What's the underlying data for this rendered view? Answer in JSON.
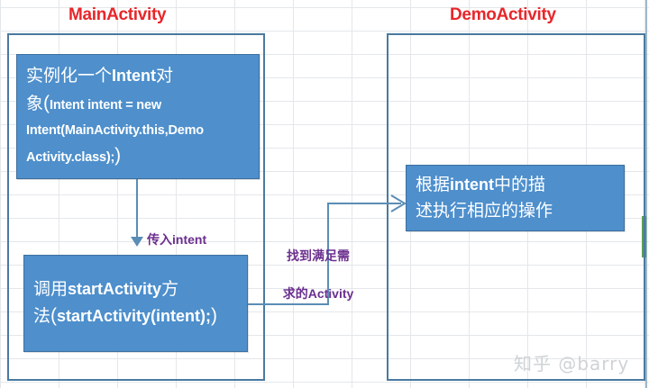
{
  "app": {
    "type": "spreadsheet-diagram",
    "watermark": "知乎 @barry"
  },
  "colors": {
    "title_red": "#e8262a",
    "box_blue": "#4e8fcc",
    "box_border": "#3d6f9f",
    "container_border": "#4a7aa0",
    "label_purple": "#6b2f8f",
    "connector": "#5b8db5",
    "gridline": "#e4e7ea",
    "watermark": "#cfd3d6",
    "green_marker": "#5a9c58"
  },
  "titles": {
    "left": "MainActivity",
    "right": "DemoActivity"
  },
  "boxes": {
    "instantiate_intent": {
      "line1_cn": "实例化一个",
      "line1_en": "Intent",
      "line1_cn2": "对",
      "line2_cn": "象",
      "line2_paren_open": "(",
      "code_line1": "Intent intent = new",
      "code_line2": "Intent(MainActivity.this,Demo",
      "code_line3": "Activity.class);",
      "paren_close": ")",
      "full_text": "实例化一个Intent对象(Intent intent = new Intent(MainActivity.this,DemoActivity.class);)"
    },
    "start_activity": {
      "line1_cn": "调用",
      "line1_en": "startActivity",
      "line1_cn2": "方",
      "line2_cn": "法",
      "paren_open": "(",
      "code": "startActivity(intent);",
      "paren_close": ")",
      "full_text": "调用startActivity方法(startActivity(intent);)"
    },
    "execute_operation": {
      "line1_a": "根据",
      "line1_en": "intent",
      "line1_b": "中的描",
      "line2": "述执行相应的操作",
      "full_text": "根据intent中的描述执行相应的操作"
    }
  },
  "labels": {
    "pass_intent": {
      "cn": "传入",
      "en": "intent",
      "full_text": "传入intent"
    },
    "find_activity": {
      "line1": "找到满足需",
      "line2_cn": "求的",
      "line2_en": "Activity",
      "full_text": "找到满足需求的Activity"
    }
  },
  "grid": {
    "rows_y": [
      8,
      34,
      60,
      86,
      112,
      138,
      164,
      190,
      216,
      242,
      268,
      294,
      320,
      346,
      372,
      398,
      424
    ],
    "cols_x": [
      0,
      65,
      130,
      195,
      260,
      325,
      390,
      455,
      520,
      585,
      650,
      715
    ]
  }
}
